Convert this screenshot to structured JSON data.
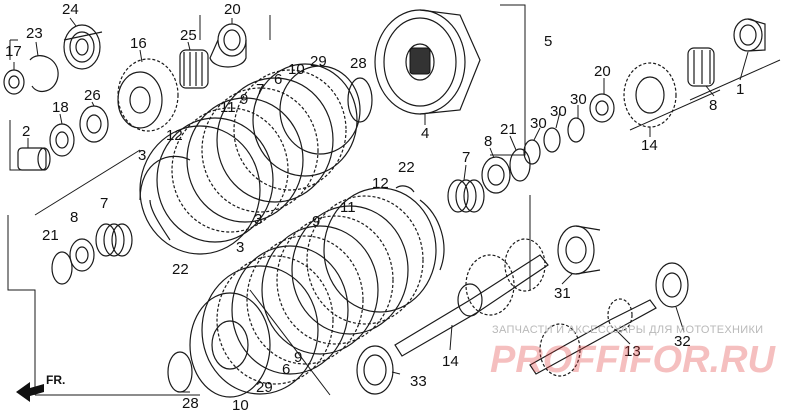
{
  "callouts": [
    "24",
    "20",
    "17",
    "23",
    "16",
    "25",
    "5",
    "29",
    "28",
    "10",
    "6",
    "7",
    "9",
    "11",
    "12",
    "3",
    "2",
    "18",
    "26",
    "4",
    "20",
    "30",
    "30",
    "30",
    "21",
    "8",
    "14",
    "8",
    "1",
    "7",
    "22",
    "3",
    "21",
    "8",
    "7",
    "12",
    "11",
    "9",
    "22",
    "3",
    "31",
    "13",
    "32",
    "14",
    "33",
    "9",
    "6",
    "5",
    "28",
    "10",
    "29"
  ],
  "watermark": {
    "subtitle": "ЗАПЧАСТИ И АКСЕССУАРЫ ДЛЯ МОТОТЕХНИКИ",
    "logo": "PROFFIFOR.RU"
  },
  "direction_label": "FR."
}
